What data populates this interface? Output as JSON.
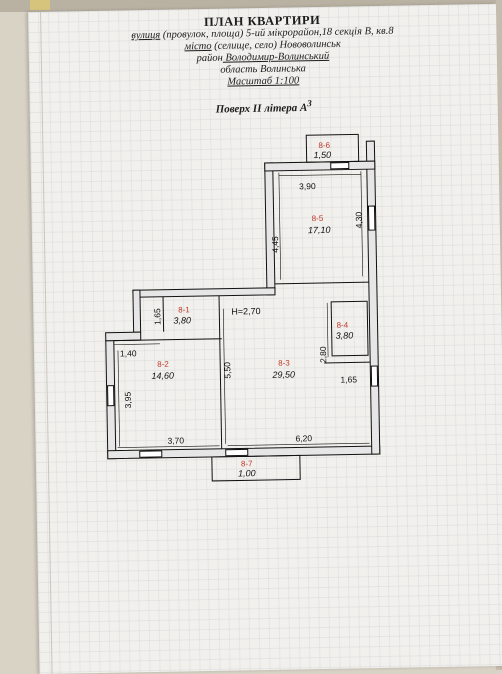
{
  "header": {
    "title": "ПЛАН  КВАРТИРИ",
    "street_prefix": "вулиця",
    "street_rest": " (провулок, площа)  5-ий  мікрорайон,18 секція В, кв.8",
    "city_label": "місто",
    "city_rest": " (селище, село)  Нововолинськ",
    "district_label": "район",
    "district_value": "  Володимир-Волинський",
    "region": "область  Волинська",
    "scale": "Масштаб 1:100",
    "floor": "Поверх II літера А",
    "floor_sup": "3"
  },
  "rooms": {
    "r1": {
      "num": "8-1",
      "area": "3,80"
    },
    "r2": {
      "num": "8-2",
      "area": "14,60"
    },
    "r3": {
      "num": "8-3",
      "area": "29,50"
    },
    "r4": {
      "num": "8-4",
      "area": "3,80"
    },
    "r5": {
      "num": "8-5",
      "area": "17,10"
    },
    "r6": {
      "num": "8-6",
      "area": "1,50"
    },
    "r7": {
      "num": "8-7",
      "area": "1,00"
    }
  },
  "height": "H=2,70",
  "dimensions": {
    "d390": "3,90",
    "d430": "4,30",
    "d445": "4,45",
    "d165a": "1,65",
    "d140": "1,40",
    "d395": "3,95",
    "d550": "5,50",
    "d280": "2,80",
    "d165b": "1,65",
    "d370": "3,70",
    "d620": "6,20"
  }
}
